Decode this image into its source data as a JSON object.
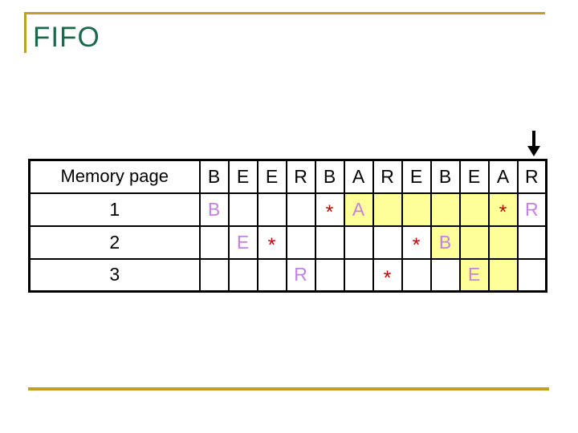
{
  "slide": {
    "title": "FIFO",
    "colors": {
      "title_green": "#186A4A",
      "accent_gold": "#BEA028",
      "highlight_yellow": "#FFFF99",
      "page_letter_purple": "#C382E1",
      "hit_star_red": "#CC0000",
      "table_border_black": "#000000"
    },
    "arrow": {
      "icon": "down-arrow",
      "points_to_reference_index": 12
    },
    "table": {
      "corner_label": "Memory page",
      "reference_string": [
        "B",
        "E",
        "E",
        "R",
        "B",
        "A",
        "R",
        "E",
        "B",
        "E",
        "A",
        "R"
      ],
      "rows": [
        {
          "label": "1",
          "cells": [
            {
              "text": "B",
              "kind": "letter",
              "highlight": false
            },
            {
              "text": "",
              "kind": "empty",
              "highlight": false
            },
            {
              "text": "",
              "kind": "empty",
              "highlight": false
            },
            {
              "text": "",
              "kind": "empty",
              "highlight": false
            },
            {
              "text": "*",
              "kind": "star",
              "highlight": false
            },
            {
              "text": "A",
              "kind": "letter",
              "highlight": true
            },
            {
              "text": "",
              "kind": "empty",
              "highlight": true
            },
            {
              "text": "",
              "kind": "empty",
              "highlight": true
            },
            {
              "text": "",
              "kind": "empty",
              "highlight": true
            },
            {
              "text": "",
              "kind": "empty",
              "highlight": true
            },
            {
              "text": "*",
              "kind": "star",
              "highlight": true
            },
            {
              "text": "R",
              "kind": "letter",
              "highlight": false
            }
          ]
        },
        {
          "label": "2",
          "cells": [
            {
              "text": "",
              "kind": "empty",
              "highlight": false
            },
            {
              "text": "E",
              "kind": "letter",
              "highlight": false
            },
            {
              "text": "*",
              "kind": "star",
              "highlight": false
            },
            {
              "text": "",
              "kind": "empty",
              "highlight": false
            },
            {
              "text": "",
              "kind": "empty",
              "highlight": false
            },
            {
              "text": "",
              "kind": "empty",
              "highlight": false
            },
            {
              "text": "",
              "kind": "empty",
              "highlight": false
            },
            {
              "text": "*",
              "kind": "star",
              "highlight": false
            },
            {
              "text": "B",
              "kind": "letter",
              "highlight": true
            },
            {
              "text": "",
              "kind": "empty",
              "highlight": true
            },
            {
              "text": "",
              "kind": "empty",
              "highlight": true
            },
            {
              "text": "",
              "kind": "empty",
              "highlight": false
            }
          ]
        },
        {
          "label": "3",
          "cells": [
            {
              "text": "",
              "kind": "empty",
              "highlight": false
            },
            {
              "text": "",
              "kind": "empty",
              "highlight": false
            },
            {
              "text": "",
              "kind": "empty",
              "highlight": false
            },
            {
              "text": "R",
              "kind": "letter",
              "highlight": false
            },
            {
              "text": "",
              "kind": "empty",
              "highlight": false
            },
            {
              "text": "",
              "kind": "empty",
              "highlight": false
            },
            {
              "text": "*",
              "kind": "star",
              "highlight": false
            },
            {
              "text": "",
              "kind": "empty",
              "highlight": false
            },
            {
              "text": "",
              "kind": "empty",
              "highlight": false
            },
            {
              "text": "E",
              "kind": "letter",
              "highlight": true
            },
            {
              "text": "",
              "kind": "empty",
              "highlight": true
            },
            {
              "text": "",
              "kind": "empty",
              "highlight": false
            }
          ]
        }
      ]
    }
  }
}
